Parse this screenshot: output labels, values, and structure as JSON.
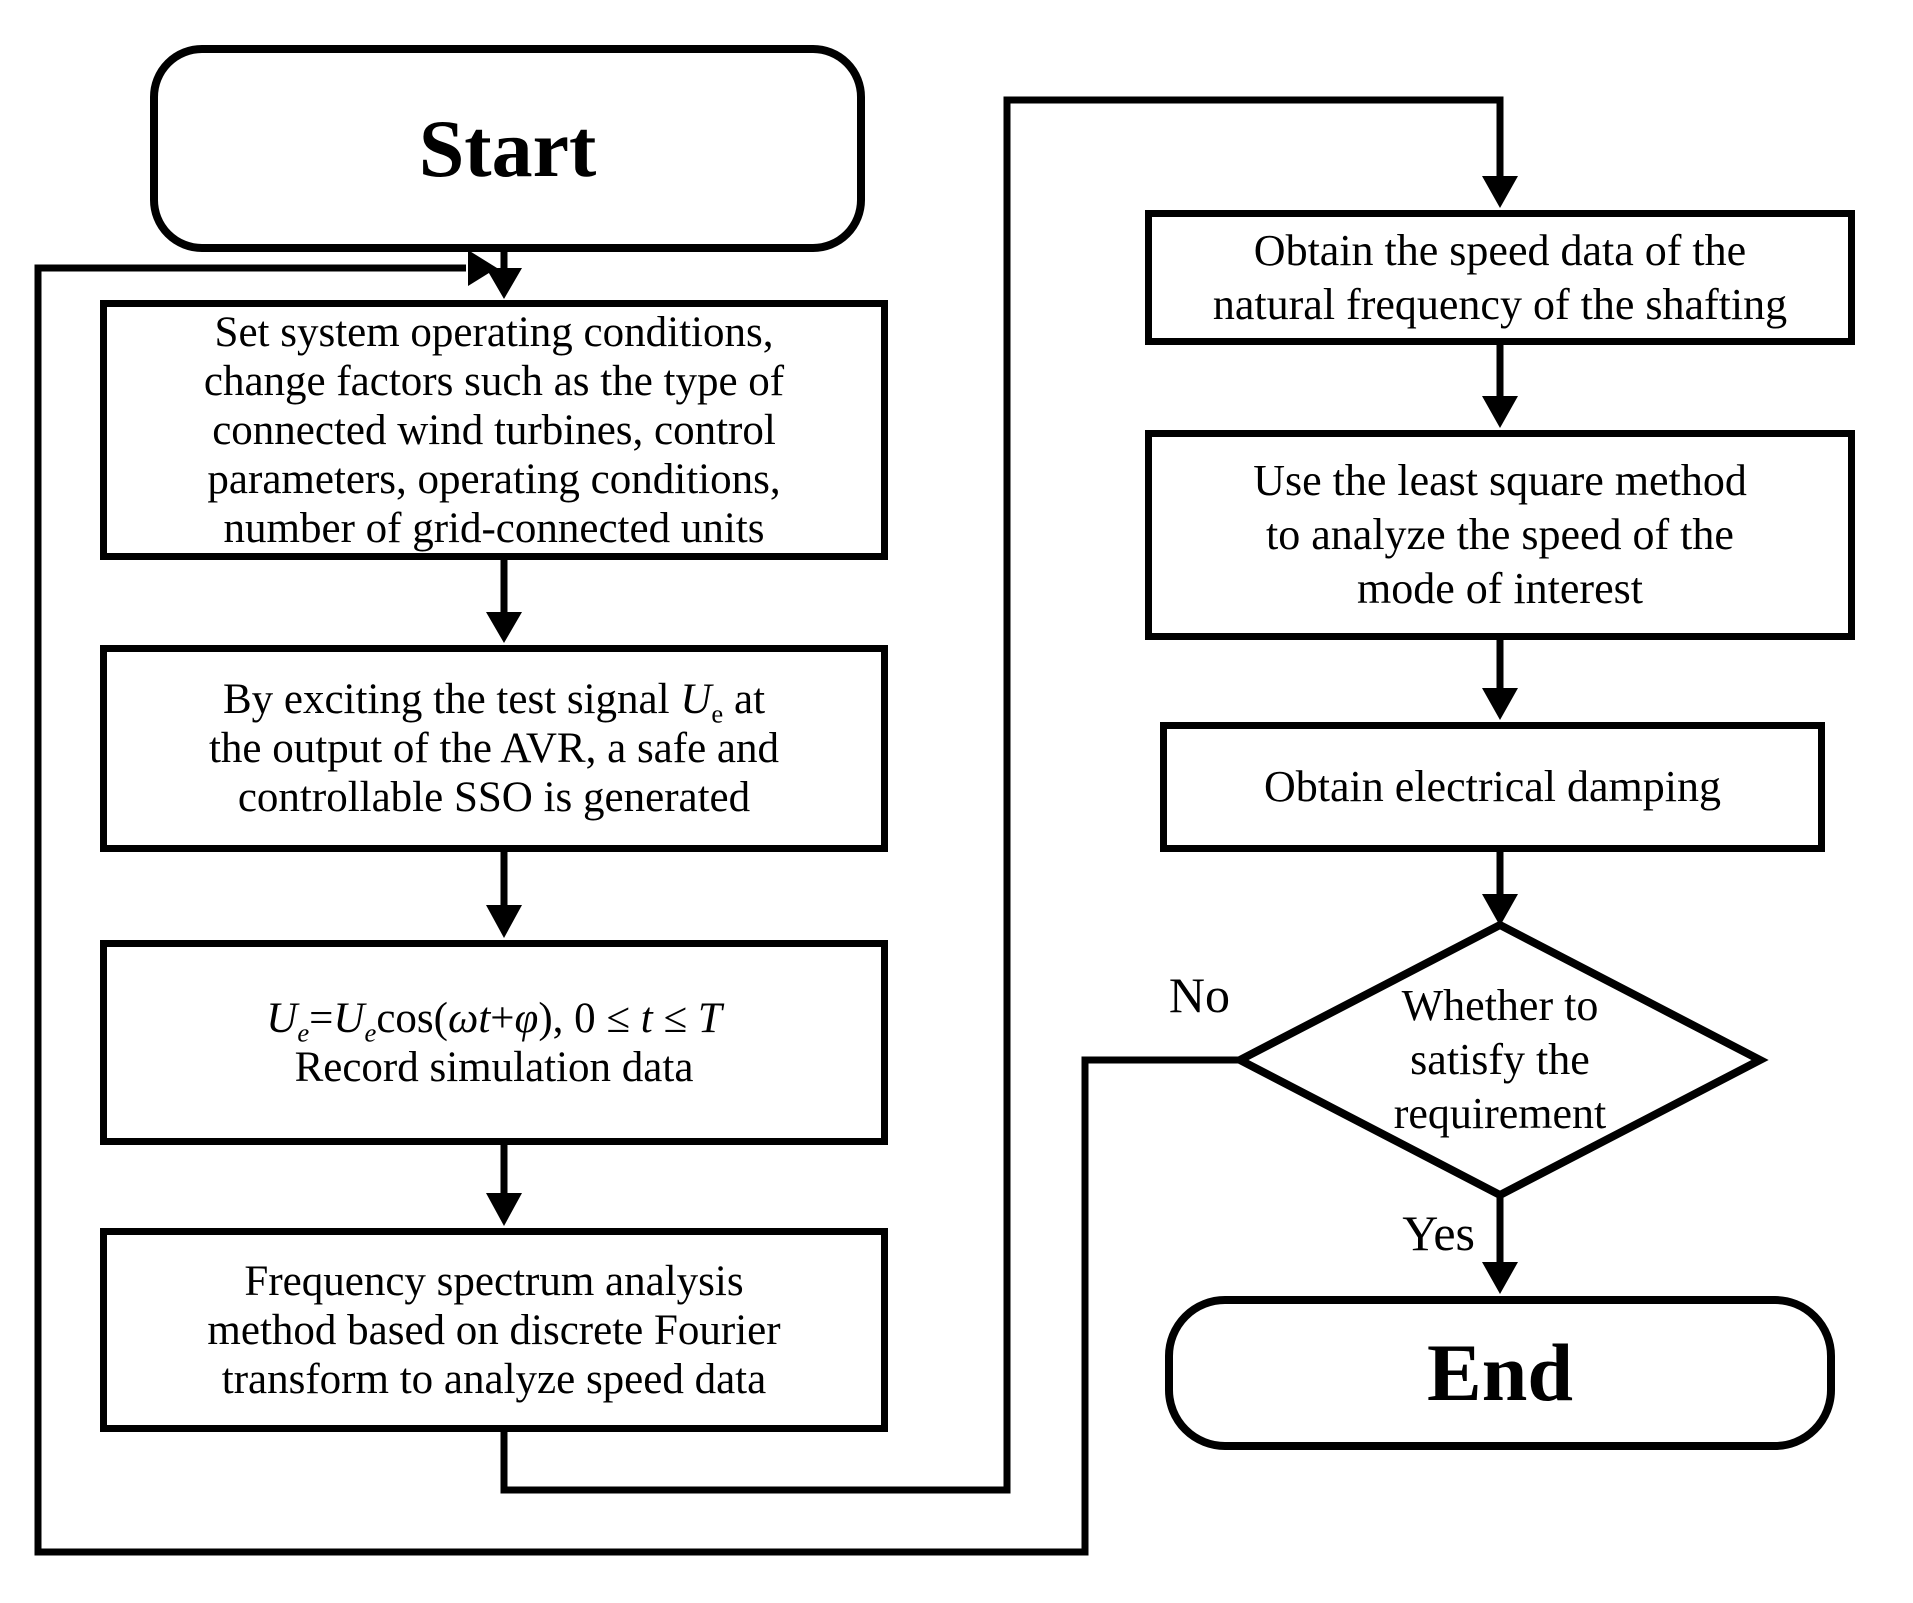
{
  "figure": {
    "background": "#ffffff",
    "line_color": "#000000",
    "nodes": {
      "start": {
        "label": "Start"
      },
      "set_conditions": {
        "lines": [
          "Set system operating conditions,",
          "change factors such as the type of",
          "connected wind turbines, control",
          "parameters, operating conditions,",
          "number of grid-connected units"
        ]
      },
      "excite_signal": {
        "line1": {
          "prefix": "By exciting the test signal ",
          "var": "U",
          "sub": "e",
          "suffix": " at"
        },
        "line2": "the output of the AVR, a safe and",
        "line3": "controllable SSO is generated"
      },
      "record_data": {
        "formula": {
          "u1": "U",
          "e1": "e",
          "eq": "=",
          "u2": "U",
          "e2": "e",
          "cos": "cos(",
          "wt": "ωt",
          "plus": "+",
          "phi": "φ",
          "close": "), 0 ≤ ",
          "t": "t",
          "leq": " ≤ ",
          "T": "T"
        },
        "line2": "Record simulation data"
      },
      "spectrum_analysis": {
        "lines": [
          "Frequency spectrum analysis",
          "method based on discrete Fourier",
          "transform to analyze speed data"
        ]
      },
      "obtain_speed": {
        "lines": [
          "Obtain the speed data of the",
          "natural frequency of the shafting"
        ]
      },
      "least_square": {
        "lines": [
          "Use the least square method",
          "to analyze the speed of the",
          "mode of interest"
        ]
      },
      "electrical_damping": {
        "label": "Obtain electrical damping"
      },
      "decision": {
        "lines": [
          "Whether to",
          "satisfy the",
          "requirement"
        ]
      },
      "end": {
        "label": "End"
      }
    },
    "edge_labels": {
      "no": "No",
      "yes": "Yes"
    }
  }
}
